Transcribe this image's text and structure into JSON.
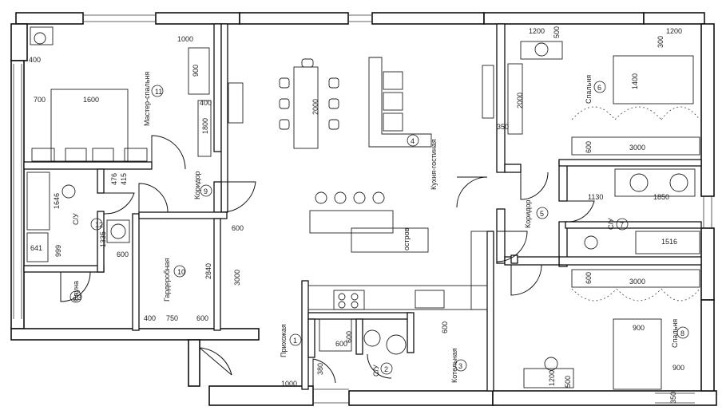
{
  "rooms": {
    "master_bedroom": {
      "label": "Мастер-спальня",
      "num": "11"
    },
    "bathroom_left": {
      "label": "С/У",
      "num": "12"
    },
    "sauna": {
      "label": "Сауна",
      "num": "13"
    },
    "corridor_left": {
      "label": "Коридор",
      "num": "9"
    },
    "wardrobe": {
      "label": "Гардеробная",
      "num": "10"
    },
    "hall": {
      "label": "Прихожая",
      "num": "1"
    },
    "bathroom_small": {
      "label": "С/У",
      "num": "2"
    },
    "boiler": {
      "label": "Котельная",
      "num": "3"
    },
    "kitchen_living": {
      "label": "Кухня-гостиная",
      "num": "4"
    },
    "corridor_right": {
      "label": "Коридор",
      "num": "5"
    },
    "bedroom_top": {
      "label": "Спальня",
      "num": "6"
    },
    "bathroom_right": {
      "label": "С/У",
      "num": "7"
    },
    "bedroom_bottom": {
      "label": "Спальня",
      "num": "8"
    }
  },
  "island_label": "остров",
  "dimensions": {
    "d1000_mb": "1000",
    "d400_mb": "400",
    "d700": "700",
    "d1600": "1600",
    "d900_mb": "900",
    "d400_mb2": "400",
    "d1800_mb": "1800",
    "d1646": "1646",
    "d641": "641",
    "d999": "999",
    "d1335": "1335",
    "d600_bath": "600",
    "d476": "476",
    "d415": "415",
    "d2000_table": "2000",
    "d600_w": "600",
    "d2840": "2840",
    "d3000_w": "3000",
    "d400_w": "400",
    "d750": "750",
    "d600_w2": "600",
    "d600_hall": "600",
    "d600_wc": "600",
    "d600_boiler": "600",
    "d1000_hall": "1000",
    "d380": "380",
    "d1200_br": "1200",
    "d500_br": "500",
    "d2000_br": "2000",
    "d350": "350",
    "d1200_br2": "1200",
    "d300_br": "300",
    "d1400_bed": "1400",
    "d600_br": "600",
    "d3000_br": "3000",
    "d1130": "1130",
    "d1850": "1850",
    "d1516": "1516",
    "d600_br3": "600",
    "d3000_br3": "3000",
    "d900_bed": "900",
    "d900_br3": "900",
    "d1200_br3": "1200",
    "d500_br3": "500",
    "d350_br3": "350"
  }
}
